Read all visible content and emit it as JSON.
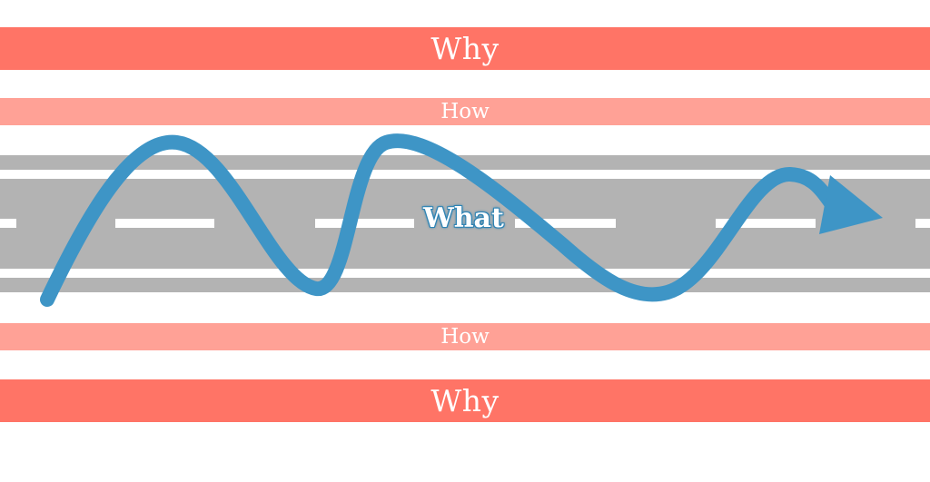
{
  "bands": {
    "top_why": "Why",
    "top_how": "How",
    "bottom_how": "How",
    "bottom_why": "Why"
  },
  "road": {
    "label": "What"
  },
  "colors": {
    "why_band": "#ff7466",
    "how_band": "#ffa196",
    "road_gray": "#b3b3b3",
    "lane_markings": "#ffffff",
    "path_arrow": "#3e95c6"
  },
  "icons": {
    "path": "winding-arrow-icon"
  }
}
